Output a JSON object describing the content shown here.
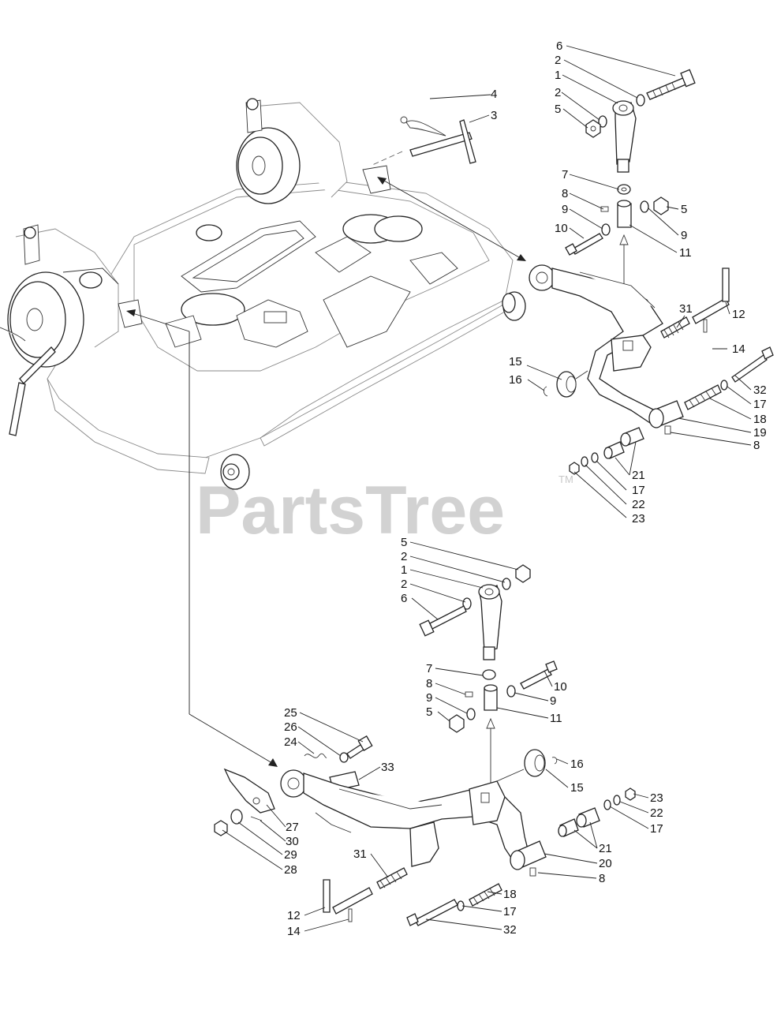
{
  "watermark": {
    "text": "PartsTree",
    "tm": "TM",
    "color": "#d2d2d2"
  },
  "callouts": {
    "c01": "6",
    "c02": "2",
    "c03": "1",
    "c04": "2",
    "c05": "5",
    "c06": "7",
    "c07": "8",
    "c08": "9",
    "c09": "10",
    "c10": "5",
    "c11": "9",
    "c12": "11",
    "c13": "4",
    "c14": "3",
    "c15": "31",
    "c16": "12",
    "c17": "14",
    "c18": "15",
    "c19": "16",
    "c20": "32",
    "c21": "17",
    "c22": "18",
    "c23": "19",
    "c24": "8",
    "c25": "21",
    "c26": "17",
    "c27": "22",
    "c28": "23",
    "c29": "5",
    "c30": "2",
    "c31": "1",
    "c32": "2",
    "c33": "6",
    "c34": "7",
    "c35": "10",
    "c36": "8",
    "c37": "9",
    "c38": "9",
    "c39": "5",
    "c40": "11",
    "c41": "25",
    "c42": "26",
    "c43": "24",
    "c44": "33",
    "c45": "16",
    "c46": "15",
    "c47": "23",
    "c48": "22",
    "c49": "17",
    "c50": "27",
    "c51": "30",
    "c52": "29",
    "c53": "28",
    "c54": "21",
    "c55": "31",
    "c56": "20",
    "c57": "8",
    "c58": "18",
    "c59": "12",
    "c60": "17",
    "c61": "14",
    "c62": "32"
  }
}
